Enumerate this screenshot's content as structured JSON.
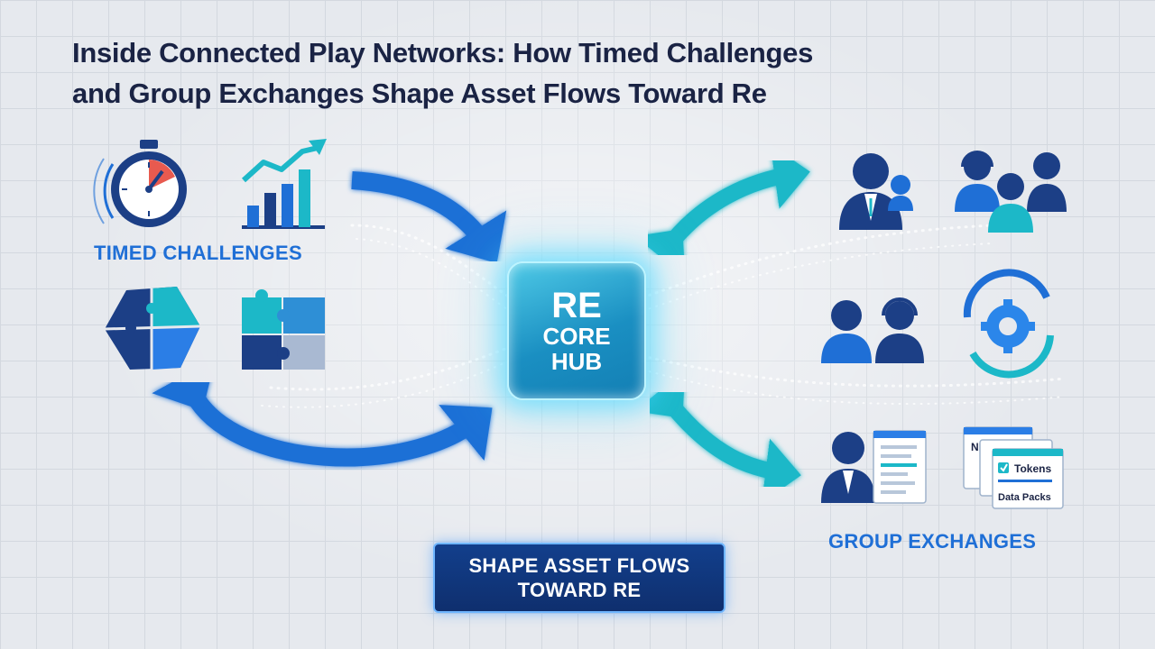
{
  "title": {
    "line1": "Inside Connected Play Networks: How Timed Challenges",
    "line2": "and Group Exchanges Shape Asset Flows Toward Re"
  },
  "labels": {
    "timed_challenges": "TIMED CHALLENGES",
    "group_exchanges": "GROUP EXCHANGES"
  },
  "hub": {
    "line1": "RE",
    "line2": "CORE",
    "line3": "HUB"
  },
  "result": {
    "line1": "SHAPE ASSET FLOWS",
    "line2": "TOWARD RE"
  },
  "asset_cards": {
    "nfts": "NFTs",
    "tokens": "Tokens",
    "data_packs": "Data Packs"
  },
  "colors": {
    "title": "#1a2344",
    "blue_arrow": "#1f6fd6",
    "teal_arrow": "#1cb8c8",
    "hub": "#1a8fc2",
    "navy": "#1c3f86"
  },
  "icons": [
    "stopwatch-icon",
    "growth-chart-icon",
    "puzzle-hexagon-icon",
    "puzzle-square-icon",
    "business-people-icon",
    "support-team-icon",
    "people-pair-icon",
    "gear-cycle-icon",
    "person-document-icon",
    "asset-cards-icon"
  ]
}
